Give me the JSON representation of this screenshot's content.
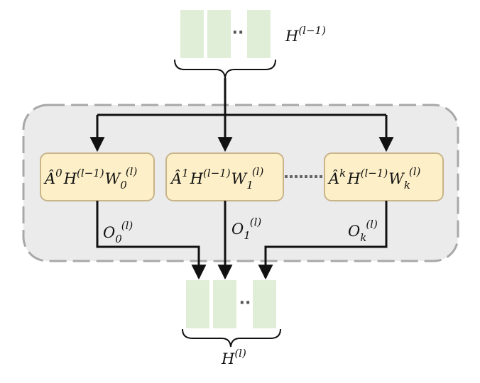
{
  "top_feature": {
    "label_base": "H",
    "label_sup": "(l−1)",
    "dots": "··"
  },
  "bottom_feature": {
    "label_base": "H",
    "label_sup": "(l)",
    "dots": "··"
  },
  "branches": [
    {
      "op": {
        "a": "Â",
        "a_sup": "0",
        "h": "H",
        "h_sup": "(l−1)",
        "w": "W",
        "w_sub": "0",
        "w_sup": "(l)"
      },
      "out": {
        "base": "O",
        "sub": "0",
        "sup": "(l)"
      }
    },
    {
      "op": {
        "a": "Â",
        "a_sup": "1",
        "h": "H",
        "h_sup": "(l−1)",
        "w": "W",
        "w_sub": "1",
        "w_sup": "(l)"
      },
      "out": {
        "base": "O",
        "sub": "1",
        "sup": "(l)"
      }
    },
    {
      "op": {
        "a": "Â",
        "a_sup": "k",
        "h": "H",
        "h_sup": "(l−1)",
        "w": "W",
        "w_sub": "k",
        "w_sup": "(l)"
      },
      "out": {
        "base": "O",
        "sub": "k",
        "sup": "(l)"
      }
    }
  ],
  "colors": {
    "feature_fill": "#e0eed8",
    "box_fill": "#fdf0c8",
    "box_stroke": "#c9b48a",
    "container_fill": "#ebebeb",
    "container_stroke": "#a8a8a8",
    "arrow": "#111111"
  }
}
